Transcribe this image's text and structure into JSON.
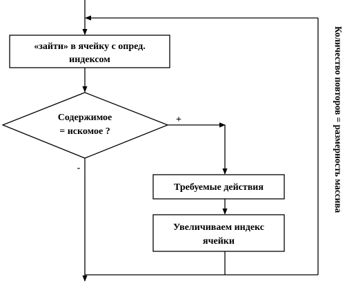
{
  "diagram": {
    "box_enter": {
      "line1": "«зайти» в ячейку с опред.",
      "line2": "индексом"
    },
    "decision": {
      "line1": "Содержимое",
      "line2": "= искомое ?"
    },
    "yes_label": "+",
    "no_label": "-",
    "box_action": {
      "line1": "Требуемые действия"
    },
    "box_increment": {
      "line1": "Увеличиваем индекс",
      "line2": "ячейки"
    },
    "side_label": "Количество повторов = размерность массива"
  },
  "colors": {
    "stroke": "#000000",
    "background": "#ffffff",
    "text": "#000000"
  }
}
